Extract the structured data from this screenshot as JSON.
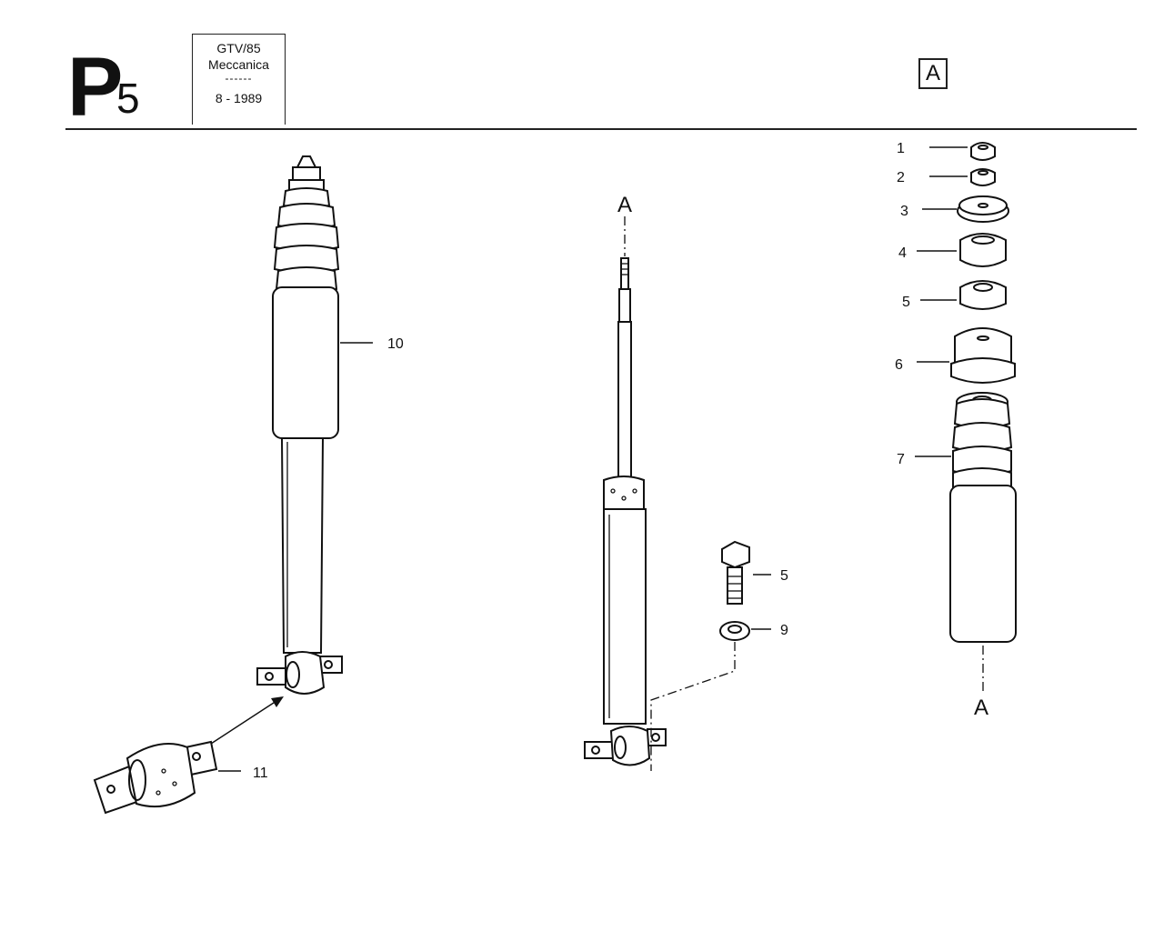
{
  "header": {
    "section_letter": "P",
    "section_number": "5",
    "model": "GTV/85",
    "group": "Meccanica",
    "separator": "------",
    "date": "8 - 1989",
    "view_label": "A"
  },
  "callouts": {
    "rear_10": "10",
    "rear_11": "11",
    "mid_5": "5",
    "mid_9": "9",
    "exp_1": "1",
    "exp_2": "2",
    "exp_3": "3",
    "exp_4": "4",
    "exp_5": "5",
    "exp_6": "6",
    "exp_7": "7",
    "axis_top": "A",
    "axis_bottom": "A"
  }
}
